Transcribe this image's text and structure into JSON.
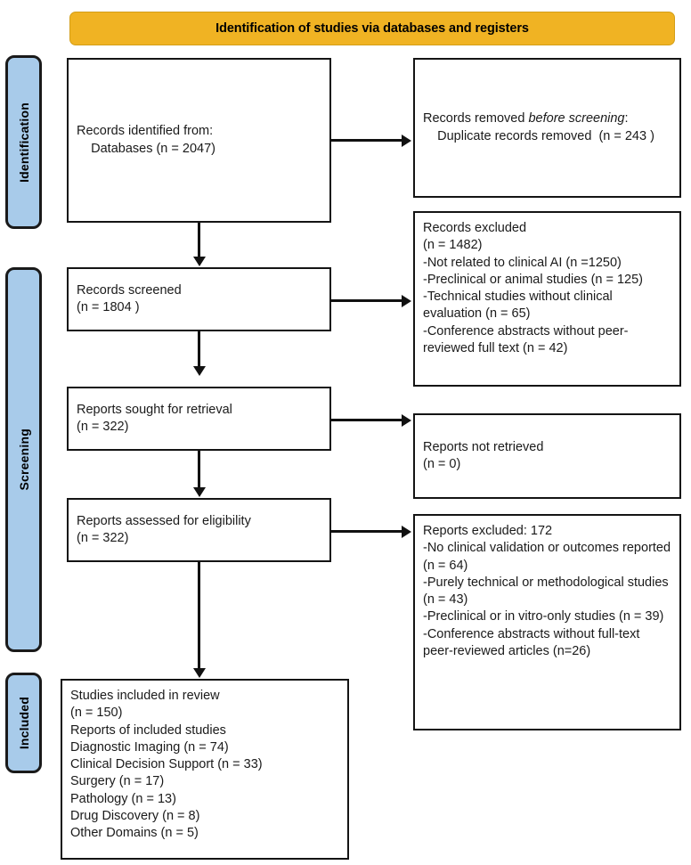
{
  "banner": {
    "title": "Identification of studies via databases and registers"
  },
  "stages": [
    {
      "id": "identification",
      "label": "Identification"
    },
    {
      "id": "screening",
      "label": "Screening"
    },
    {
      "id": "included",
      "label": "Included"
    }
  ],
  "colors": {
    "banner_fill": "#F0B323",
    "stage_fill": "#A8CBEA",
    "box_border": "#141414",
    "text": "#1A1A1A"
  },
  "nodes": {
    "identified": "Records identified from:\n    Databases (n = 2047)",
    "removed_before_screening_prefix": "Records removed ",
    "removed_before_screening_italic": "before screening",
    "removed_before_screening_suffix": ":\n    Duplicate records removed  (n = 243 )",
    "screened": "Records screened\n(n = 1804 )",
    "records_excluded": "Records excluded\n(n = 1482)\n-Not related to clinical AI (n =1250)\n-Preclinical or animal studies (n = 125)\n-Technical studies without clinical evaluation (n = 65)\n-Conference abstracts without peer-reviewed full text (n = 42)",
    "sought_for_retrieval": "Reports sought for retrieval\n(n = 322)",
    "not_retrieved": "Reports not retrieved\n(n = 0)",
    "assessed_for_eligibility": "Reports assessed for eligibility\n(n = 322)",
    "reports_excluded": "Reports excluded: 172\n-No clinical validation or outcomes reported (n = 64)\n-Purely technical or methodological studies (n = 43)\n-Preclinical or in vitro-only studies (n = 39)\n-Conference abstracts without full-text peer-reviewed articles (n=26)",
    "studies_included": "Studies included in review\n(n = 150)\nReports of included studies\nDiagnostic Imaging (n = 74)\nClinical Decision Support (n = 33)\nSurgery (n = 17)\nPathology (n = 13)\nDrug Discovery (n = 8)\nOther Domains (n = 5)"
  },
  "flow_data": {
    "type": "prisma-flow",
    "records_identified_databases": 2047,
    "duplicate_records_removed": 243,
    "records_screened": 1804,
    "records_excluded_total": 1482,
    "records_excluded_breakdown": [
      {
        "reason": "Not related to clinical AI",
        "n": 1250
      },
      {
        "reason": "Preclinical or animal studies",
        "n": 125
      },
      {
        "reason": "Technical studies without clinical evaluation",
        "n": 65
      },
      {
        "reason": "Conference abstracts without peer-reviewed full text",
        "n": 42
      }
    ],
    "reports_sought_for_retrieval": 322,
    "reports_not_retrieved": 0,
    "reports_assessed_for_eligibility": 322,
    "reports_excluded_total": 172,
    "reports_excluded_breakdown": [
      {
        "reason": "No clinical validation or outcomes reported",
        "n": 64
      },
      {
        "reason": "Purely technical or methodological studies",
        "n": 43
      },
      {
        "reason": "Preclinical or in vitro-only studies",
        "n": 39
      },
      {
        "reason": "Conference abstracts without full-text peer-reviewed articles",
        "n": 26
      }
    ],
    "studies_included_in_review": 150,
    "included_breakdown": [
      {
        "domain": "Diagnostic Imaging",
        "n": 74
      },
      {
        "domain": "Clinical Decision Support",
        "n": 33
      },
      {
        "domain": "Surgery",
        "n": 17
      },
      {
        "domain": "Pathology",
        "n": 13
      },
      {
        "domain": "Drug Discovery",
        "n": 8
      },
      {
        "domain": "Other Domains",
        "n": 5
      }
    ]
  }
}
